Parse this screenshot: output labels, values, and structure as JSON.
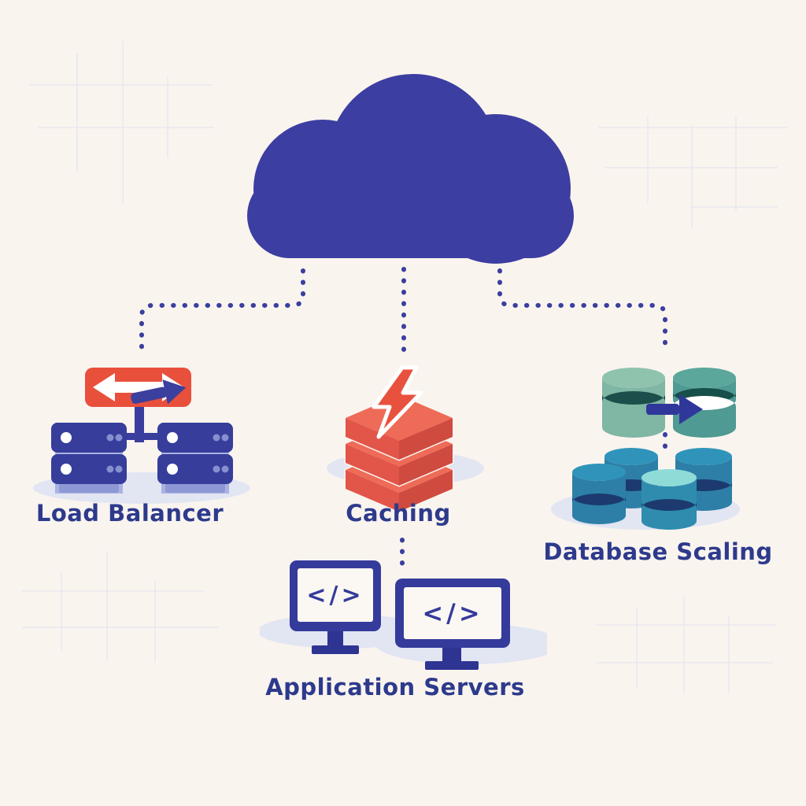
{
  "background_color": "#faf4ef",
  "diagram": {
    "cloud": {
      "icon": "cloud-icon",
      "color": "#3c3ea1"
    },
    "nodes": [
      {
        "id": "load-balancer",
        "label": "Load Balancer",
        "icon": "load-balancer-icon",
        "accent": "#e8503c"
      },
      {
        "id": "caching",
        "label": "Caching",
        "icon": "cache-stack-icon",
        "accent": "#e2574a"
      },
      {
        "id": "database-scaling",
        "label": "Database Scaling",
        "icon": "database-cluster-icon",
        "accent": "#2d7fa7"
      },
      {
        "id": "application-servers",
        "label": "Application Servers",
        "icon": "code-monitors-icon",
        "accent": "#343b9b"
      }
    ],
    "code_glyph": "</>",
    "connector_style": "dotted",
    "connector_color": "#3a3f9e",
    "label_color": "#2d3a8c",
    "shadow_color": "#e2e5f2",
    "grid_color": "#e2e2f0",
    "teal_db_colors": {
      "left_top": "#8fc3ae",
      "left_body": "#7fb6a4",
      "right_top": "#5ba79b",
      "right_body": "#4f9a93",
      "band": "#1c4f4b"
    },
    "blue_db_colors": {
      "top": "#3094ba",
      "body": "#2d7fa7",
      "band": "#1c3a6d",
      "highlight_top": "#8fdbd8"
    }
  }
}
